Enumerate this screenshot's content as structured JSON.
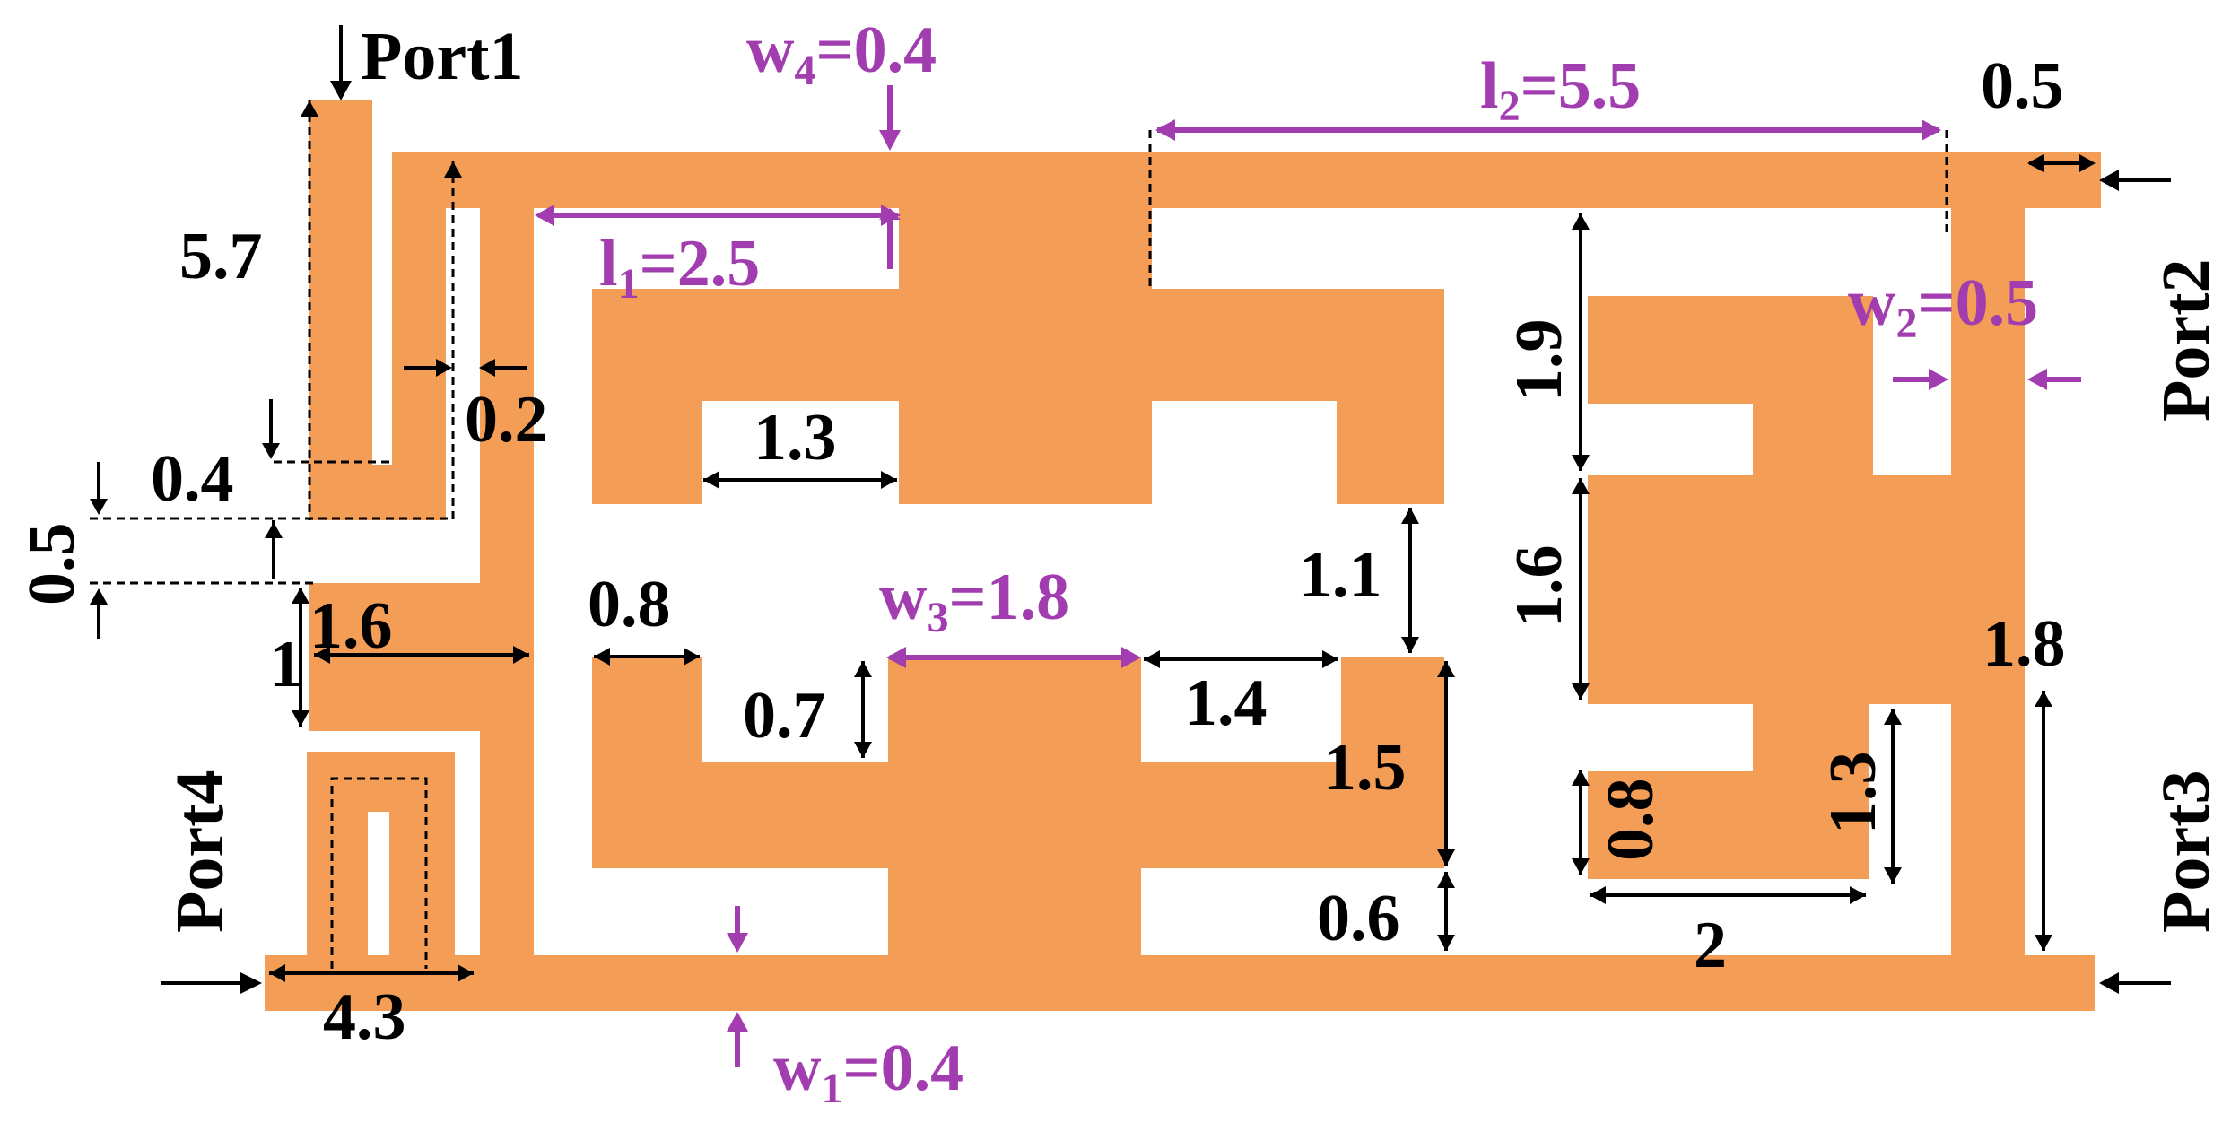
{
  "ports": {
    "port1": "Port1",
    "port2": "Port2",
    "port3": "Port3",
    "port4": "Port4"
  },
  "params": {
    "w4": "w4=0.4",
    "l1": "l1=2.5",
    "l2": "l2=5.5",
    "w2": "w2=0.5",
    "w3": "w3=1.8",
    "w1": "w1=0.4"
  },
  "dims": {
    "d_0_5_top": "0.5",
    "d_5_7": "5.7",
    "d_0_2": "0.2",
    "d_0_4": "0.4",
    "d_0_5_left": "0.5",
    "d_1_6_left": "1.6",
    "d_1": "1",
    "d_4_3": "4.3",
    "d_1_3_mid": "1.3",
    "d_0_8": "0.8",
    "d_0_7": "0.7",
    "d_1_4": "1.4",
    "d_1_1": "1.1",
    "d_1_5": "1.5",
    "d_0_6": "0.6",
    "d_1_9": "1.9",
    "d_1_6_right": "1.6",
    "d_1_8": "1.8",
    "d_0_8_right": "0.8",
    "d_1_3_right": "1.3",
    "d_2": "2"
  },
  "colors": {
    "copper": "#F49D57",
    "annotation": "#A23DB0",
    "dimension": "#000000"
  }
}
